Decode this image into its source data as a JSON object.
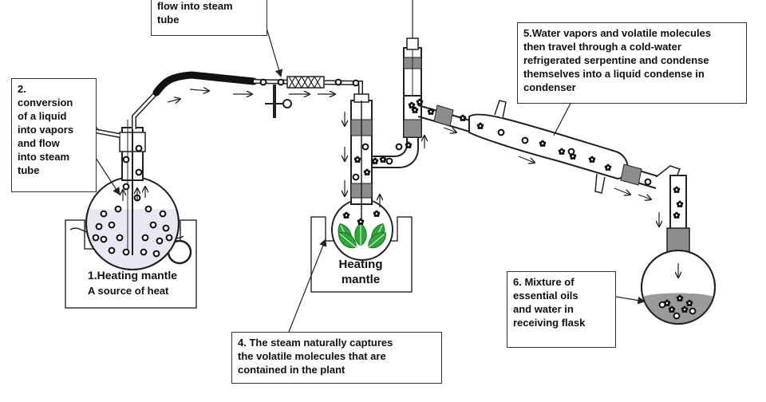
{
  "callouts": {
    "step3_partial": "flow into steam\ntube",
    "step2": "2.\nconversion\nof a liquid\ninto vapors\nand flow\ninto steam\ntube",
    "step5": "5.Water vapors and volatile molecules\nthen travel through a cold-water\nrefrigerated serpentine and condense\nthemselves into a liquid condense in\ncondenser",
    "step4": "4. The steam naturally captures\nthe volatile molecules that are\ncontained in the plant",
    "step6": "6. Mixture of\nessential oils\nand water in\nreceiving flask"
  },
  "mantle1": {
    "title": "1.Heating mantle",
    "subtitle": "A source of heat"
  },
  "mantle2": {
    "title": "Heating\nmantle"
  },
  "colors": {
    "line": "#222222",
    "glass": "#ffffff",
    "joint": "#8c8c8c",
    "liquid_boiling": "#e3e3f0",
    "plant_green": "#2ea83a",
    "oil_layer": "#9a9a9a",
    "hose": "#1a1a1a"
  },
  "icons": {
    "vapor_molecule": "ring-circle",
    "volatile_molecule": "flower-cluster",
    "flow_arrow": "open-arrow"
  }
}
